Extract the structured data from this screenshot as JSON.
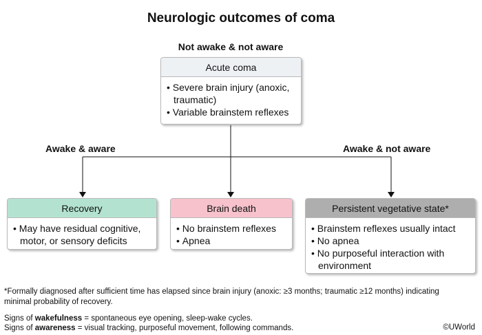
{
  "title": "Neurologic outcomes of coma",
  "labels": {
    "top": "Not awake & not aware",
    "left": "Awake & aware",
    "right": "Awake & not aware"
  },
  "boxes": {
    "acute": {
      "title": "Acute coma",
      "bullets": [
        "Severe brain injury (anoxic, traumatic)",
        "Variable brainstem reflexes"
      ]
    },
    "recovery": {
      "title": "Recovery",
      "bullets": [
        "May have residual cognitive, motor, or sensory deficits"
      ]
    },
    "death": {
      "title": "Brain death",
      "bullets": [
        "No brainstem reflexes",
        "Apnea"
      ]
    },
    "pvs": {
      "title": "Persistent vegetative state*",
      "bullets": [
        "Brainstem reflexes usually intact",
        "No apnea",
        "No purposeful interaction with environment"
      ]
    }
  },
  "footnotes": {
    "asterisk": "*Formally diagnosed after sufficient time has elapsed since brain injury (anoxic: ≥3 months; traumatic ≥12 months) indicating minimal probability of recovery.",
    "wake_prefix": "Signs of ",
    "wake_term": "wakefulness",
    "wake_rest": " = spontaneous eye opening, sleep-wake cycles.",
    "aware_prefix": "Signs of ",
    "aware_term": "awareness",
    "aware_rest": " = visual tracking, purposeful movement, following commands."
  },
  "copyright": "©UWorld",
  "colors": {
    "acute_header": "#eef1f4",
    "recovery_header": "#b3e3d0",
    "death_header": "#f7c2cb",
    "pvs_header": "#aeaeae"
  }
}
